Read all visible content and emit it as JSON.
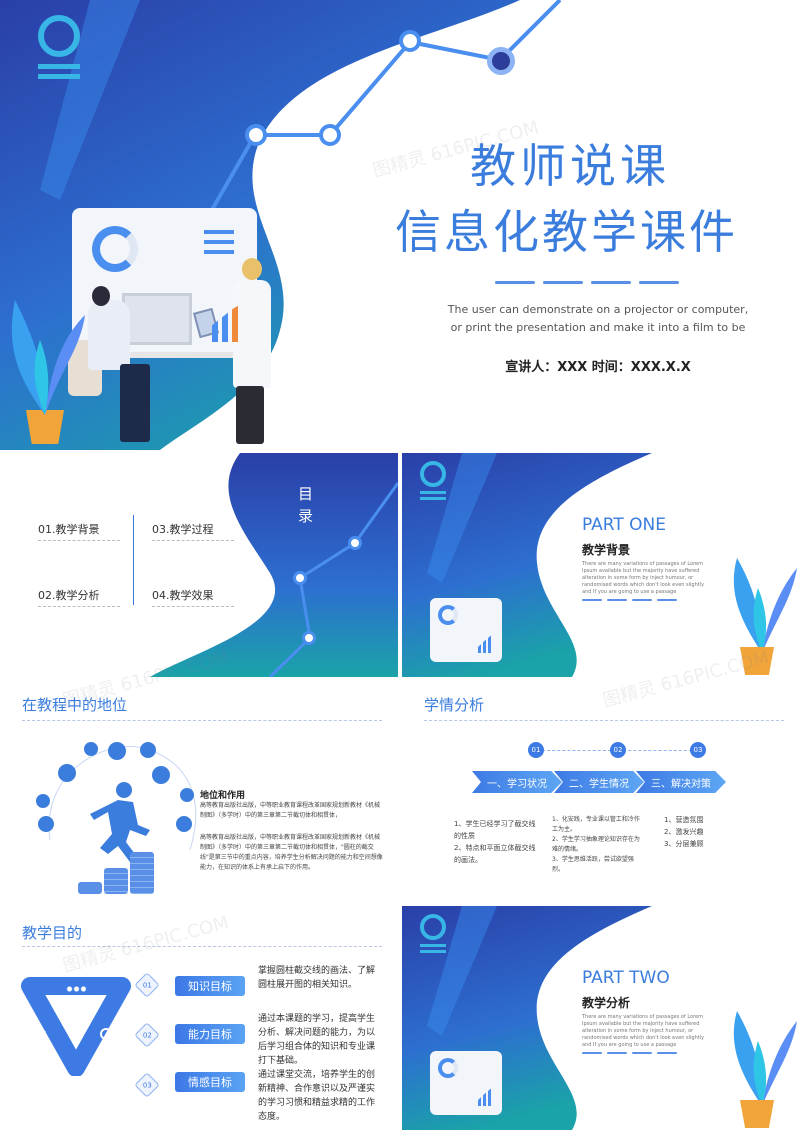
{
  "cover": {
    "title_line1": "教师说课",
    "title_line2": "信息化教学课件",
    "subtitle_line1": "The user can demonstrate on a projector or computer,",
    "subtitle_line2": "or print the presentation and make it into a film to be",
    "presenter": "宣讲人：XXX   时间：XXX.X.X"
  },
  "toc": {
    "title": "目录",
    "items": [
      {
        "label": "01.教学背景"
      },
      {
        "label": "03.教学过程"
      },
      {
        "label": "02.教学分析"
      },
      {
        "label": "04.教学效果"
      }
    ]
  },
  "part_one": {
    "label": "PART ONE",
    "title": "教学背景",
    "desc": "There are many variations of passages of Lorem Ipsum available but the majority have suffered alteration in some form by inject humour, or randomised words which don't look even slightly and If you are going to use a passage"
  },
  "position": {
    "heading": "在教程中的地位",
    "subtitle": "地位和作用",
    "para1": "高等教育出版社出版，中等职业教育课程改革国家规划新教材《机械制图》（多学时）中的第三章第二节截切体和相贯体，",
    "para2": "高等教育出版社出版，中等职业教育课程改革国家规划新教材《机械制图》（多学时）中的第三章第二节截切体和相贯体，\"圆柱的截交线\"是第三节中的重点内容，培养学生分析解决问题的能力和空间想像能力，在知识的体系上有承上启下的作用。"
  },
  "learning": {
    "heading": "学情分析",
    "steps": [
      {
        "num": "01",
        "label": "一、学习状况",
        "notes": [
          "1、学生已经学习了截交线的性质",
          "2、特点和平面立体截交线的画法。"
        ]
      },
      {
        "num": "02",
        "label": "二、学生情况",
        "notes": [
          "1、化安践，专业课以管工和冷作工为主。",
          "2、学生学习抽象理论知识存在为难的情绪。",
          "3、学生思维活跃，尝试欲望强烈。"
        ]
      },
      {
        "num": "03",
        "label": "三、解决对策",
        "notes": [
          "1、营造氛围",
          "2、激发兴趣",
          "3、分层兼顾"
        ]
      }
    ]
  },
  "goals": {
    "heading": "教学目的",
    "items": [
      {
        "num": "01",
        "label": "知识目标",
        "text": "掌握圆柱截交线的画法、了解圆柱展开图的相关知识。"
      },
      {
        "num": "02",
        "label": "能力目标",
        "text": "通过本课题的学习，提高学生分析、解决问题的能力，为以后学习组合体的知识和专业课打下基础。"
      },
      {
        "num": "03",
        "label": "情感目标",
        "text": "通过课堂交流，培养学生的创新精神、合作意识以及严谨实的学习习惯和精益求精的工作态度。"
      }
    ]
  },
  "part_two": {
    "label": "PART TWO",
    "title": "教学分析",
    "desc": "There are many variations of passages of Lorem Ipsum available but the majority have suffered alteration in some form by inject humour, or randomised words which don't look even slightly and If you are going to use a passage"
  },
  "watermark": "图精灵 616PIC.COM",
  "colors": {
    "primary": "#3b7ddd",
    "dark": "#1e3a8f",
    "teal": "#1d8aa0"
  }
}
